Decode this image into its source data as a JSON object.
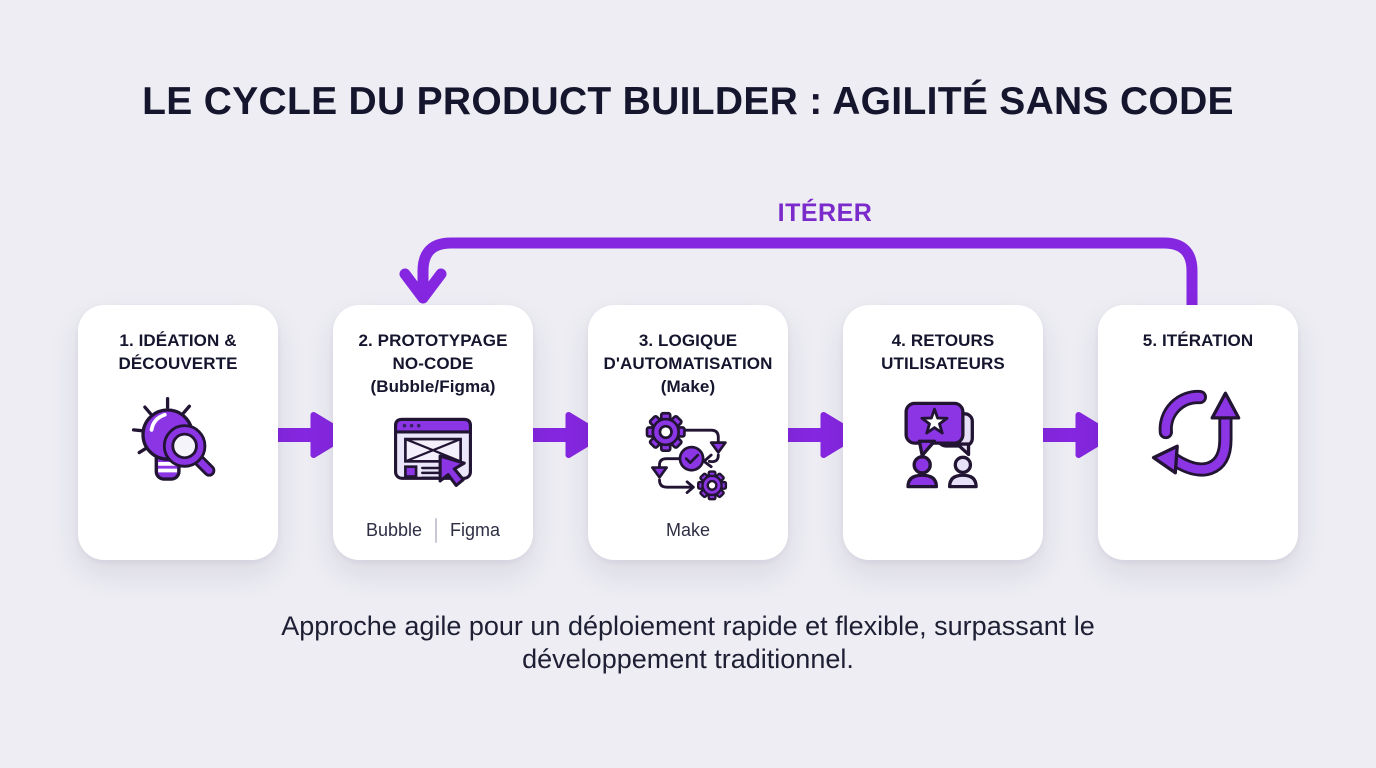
{
  "title": "LE CYCLE DU PRODUCT BUILDER : AGILITÉ SANS CODE",
  "loop_label": "ITÉRER",
  "steps": [
    {
      "title": "1. IDÉATION &\nDÉCOUVERTE",
      "icon": "lightbulb-magnifier-icon",
      "tools": []
    },
    {
      "title": "2. PROTOTYPAGE\nNO-CODE\n(Bubble/Figma)",
      "icon": "browser-wireframe-cursor-icon",
      "tools": [
        "Bubble",
        "Figma"
      ]
    },
    {
      "title": "3. LOGIQUE\nD'AUTOMATISATION\n(Make)",
      "icon": "gears-workflow-icon",
      "tools": [
        "Make"
      ]
    },
    {
      "title": "4. RETOURS\nUTILISATEURS",
      "icon": "chat-feedback-users-icon",
      "tools": []
    },
    {
      "title": "5. ITÉRATION",
      "icon": "cycle-refresh-icon",
      "tools": []
    }
  ],
  "footer": "Approche agile pour un déploiement rapide et flexible, surpassant le développement traditionnel.",
  "colors": {
    "background": "#EDEDF3",
    "card": "#FFFFFF",
    "accent_purple": "#8527E0",
    "icon_purple": "#8B35E5",
    "icon_outline_dark": "#221433",
    "loop_label_purple": "#7B2ACB",
    "title_text": "#15152E"
  }
}
